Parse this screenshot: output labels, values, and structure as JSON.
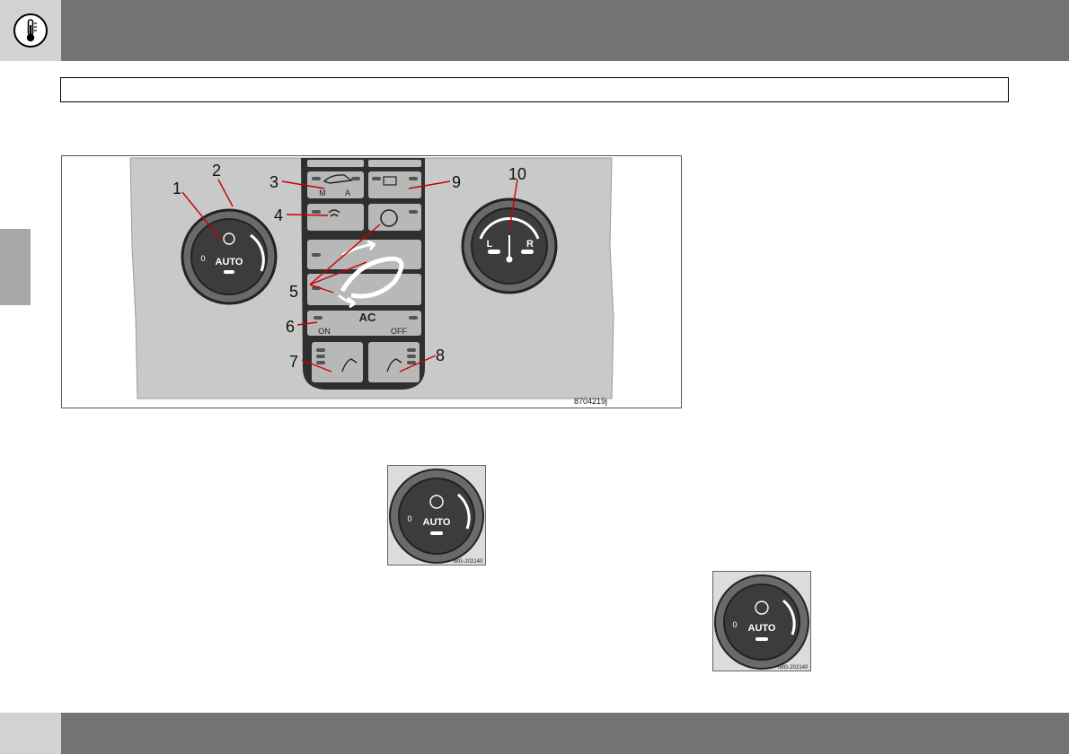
{
  "header": {
    "icon": "thermometer-icon",
    "section_title": ""
  },
  "footer": {
    "page_number": ""
  },
  "main_figure": {
    "image_code": "8704219j",
    "callouts": [
      "1",
      "2",
      "3",
      "4",
      "5",
      "6",
      "7",
      "8",
      "9",
      "10"
    ],
    "labels": {
      "fan_auto": "AUTO",
      "fan_zero": "0",
      "recirc_m": "M",
      "recirc_a": "A",
      "ac": "AC",
      "ac_on": "ON",
      "ac_off": "OFF",
      "temp_left": "L",
      "temp_right": "R"
    }
  },
  "detail_figures": [
    {
      "image_code": "IMG-202140",
      "auto": "AUTO",
      "zero": "0"
    },
    {
      "image_code": "IMG-202140",
      "auto": "AUTO",
      "zero": "0"
    }
  ]
}
